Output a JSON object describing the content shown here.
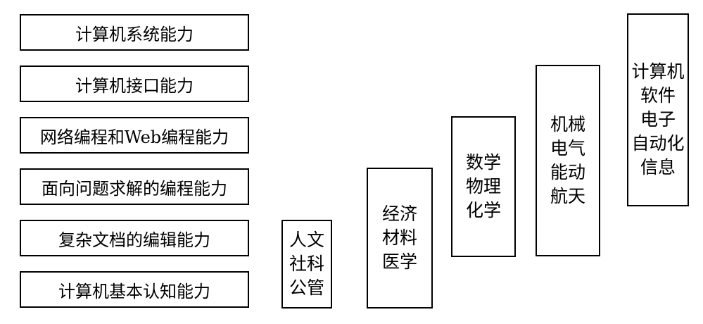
{
  "abilities": [
    "计算机系统能力",
    "计算机接口能力",
    "网络编程和Web编程能力",
    "面向问题求解的编程能力",
    "复杂文档的编辑能力",
    "计算机基本认知能力"
  ],
  "majors": [
    {
      "lines": [
        "人文",
        "社科",
        "公管"
      ]
    },
    {
      "lines": [
        "经济",
        "材料",
        "医学"
      ]
    },
    {
      "lines": [
        "数学",
        "物理",
        "化学"
      ]
    },
    {
      "lines": [
        "机械",
        "电气",
        "能动",
        "航天"
      ]
    },
    {
      "lines": [
        "计算机",
        "软件",
        "电子",
        "自动化",
        "信息"
      ]
    }
  ]
}
